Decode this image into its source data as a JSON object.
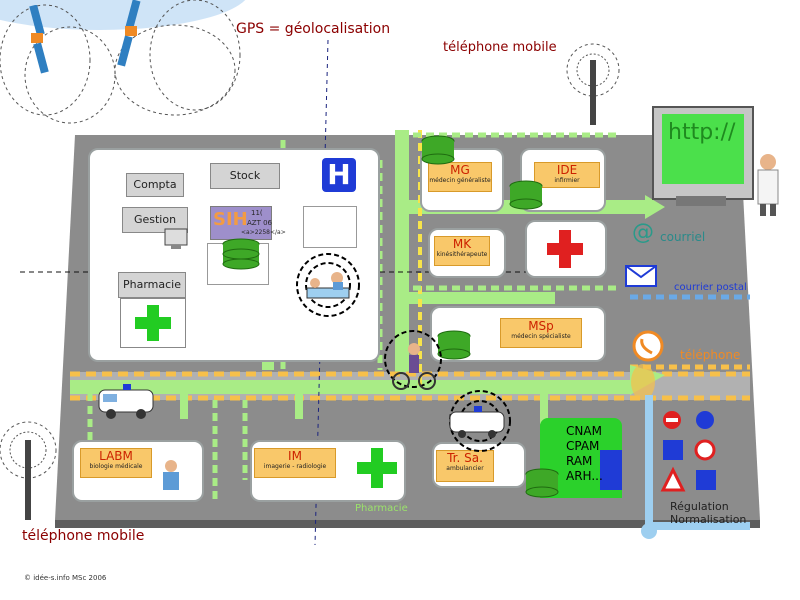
{
  "gps_label": "GPS = géolocalisation",
  "mobile_label_top": "téléphone mobile",
  "mobile_label_bottom": "téléphone mobile",
  "hospital": {
    "letter": "H",
    "compta": "Compta",
    "stock": "Stock",
    "gestion": "Gestion",
    "pharmacie": "Pharmacie",
    "sih": "SIH",
    "sih_code1": "11(",
    "sih_code2": "AZT 06",
    "sih_code3": "<a>2258</a>"
  },
  "offices": {
    "mg": {
      "title": "MG",
      "sub": "médecin généraliste"
    },
    "ide": {
      "title": "IDE",
      "sub": "infirmier"
    },
    "mk": {
      "title": "MK",
      "sub": "kinésithérapeute"
    },
    "msp": {
      "title": "MSp",
      "sub": "médecin spécialiste"
    },
    "labm": {
      "title": "LABM",
      "sub": "biologie médicale"
    },
    "im": {
      "title": "IM",
      "sub": "imagerie - radiologie"
    },
    "trsa": {
      "title": "Tr. Sa.",
      "sub": "ambulancier"
    }
  },
  "pharmacie_street": "Pharmacie",
  "caisses": [
    "CNAM",
    "CPAM",
    "RAM",
    "ARH..."
  ],
  "screen_text": "http://",
  "channels": {
    "courriel": "courriel",
    "courrier_postal": "courrier postal",
    "telephone": "téléphone"
  },
  "regulation": {
    "line1": "Régulation",
    "line2": "Normalisation"
  },
  "copyright": "© idée-s.info MSc 2006",
  "colors": {
    "green": "#9be36b",
    "dark_green": "#2f8a12",
    "grey_platform": "#8c8c8c",
    "dark_red": "#8b0000",
    "orange_band": "#f7c04a",
    "blue": "#6aa9e6"
  },
  "icons": [
    "satellite-icon",
    "antenna-icon",
    "computer-icon",
    "doctor-icon",
    "at-icon",
    "envelope-icon",
    "phone-icon",
    "ambulance-icon",
    "cyclist-icon",
    "patient-bed-icon",
    "red-cross-icon",
    "green-cross-icon",
    "database-icon",
    "road-sign-icon"
  ]
}
